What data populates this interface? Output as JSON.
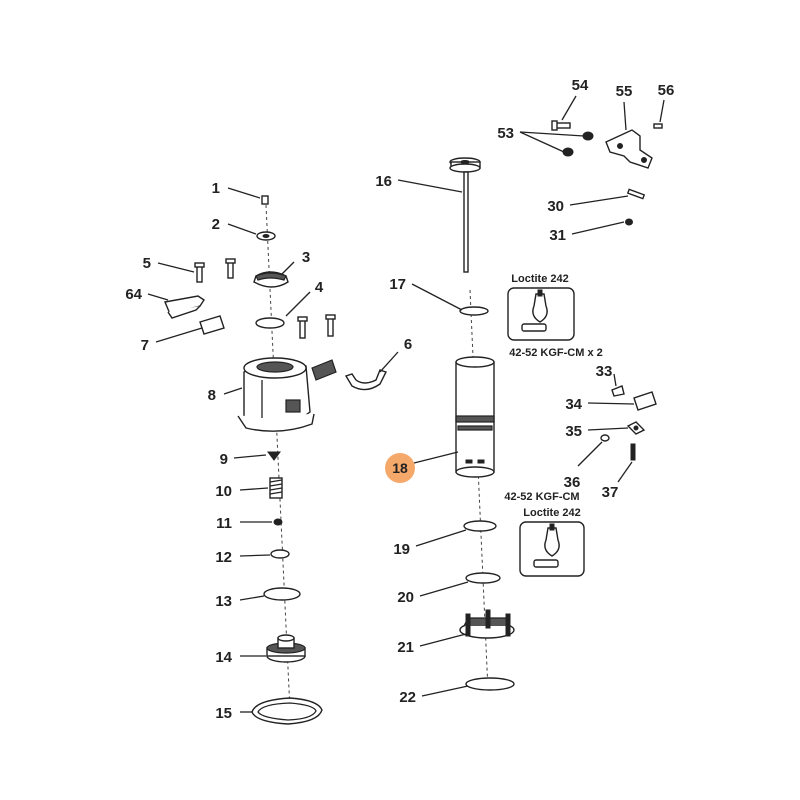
{
  "labels": {
    "p1": "1",
    "p2": "2",
    "p3": "3",
    "p4": "4",
    "p5": "5",
    "p6": "6",
    "p7": "7",
    "p8": "8",
    "p9": "9",
    "p10": "10",
    "p11": "11",
    "p12": "12",
    "p13": "13",
    "p14": "14",
    "p15": "15",
    "p16": "16",
    "p17": "17",
    "p18": "18",
    "p19": "19",
    "p20": "20",
    "p21": "21",
    "p22": "22",
    "p30": "30",
    "p31": "31",
    "p33": "33",
    "p34": "34",
    "p35": "35",
    "p36": "36",
    "p37": "37",
    "p53": "53",
    "p54": "54",
    "p55": "55",
    "p56": "56",
    "p64": "64"
  },
  "notes": {
    "loctite_top_title": "Loctite 242",
    "loctite_top_torque": "42-52 KGF-CM x 2",
    "loctite_bottom_torque": "42-52 KGF-CM",
    "loctite_bottom_title": "Loctite 242"
  },
  "highlight": {
    "part": "18",
    "color": "#f4a86a"
  }
}
